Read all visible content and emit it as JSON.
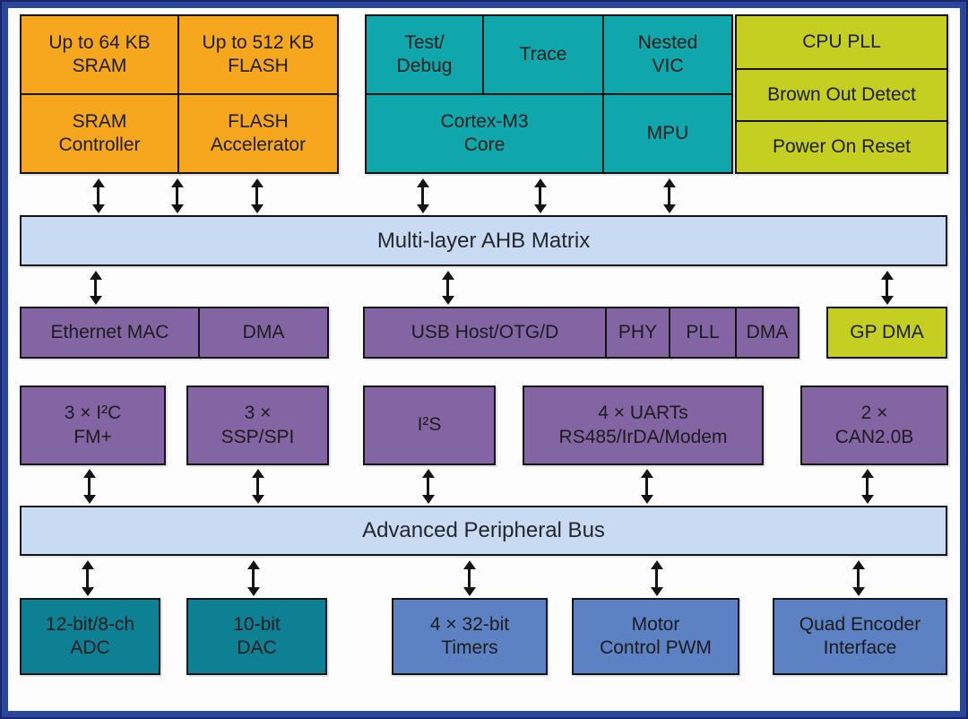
{
  "colors": {
    "orange": "#f6a71e",
    "teal": "#0fa7ab",
    "lime": "#c4cf21",
    "purple": "#8365a4",
    "bus_blue": "#c9dbf2",
    "dark_teal": "#0d8094",
    "steel_blue": "#5c82c4",
    "frame": "#2b459b",
    "frame_dark": "#19276b",
    "ink": "#141414"
  },
  "memory": {
    "sram": "Up to 64 KB\nSRAM",
    "flash": "Up to 512 KB\nFLASH",
    "sram_controller": "SRAM\nController",
    "flash_accelerator": "FLASH\nAccelerator"
  },
  "cpu_subsystem": {
    "test_debug": "Test/\nDebug",
    "trace": "Trace",
    "nested_vic": "Nested\nVIC",
    "cortex_core": "Cortex-M3\nCore",
    "mpu": "MPU"
  },
  "system": {
    "cpu_pll": "CPU PLL",
    "brown_out": "Brown Out Detect",
    "power_on_reset": "Power On Reset"
  },
  "buses": {
    "ahb": "Multi-layer AHB Matrix",
    "apb": "Advanced Peripheral Bus"
  },
  "ahb_peripherals": {
    "ethernet_mac": "Ethernet MAC",
    "ethernet_dma": "DMA",
    "usb": "USB Host/OTG/D",
    "phy": "PHY",
    "pll": "PLL",
    "usb_dma": "DMA",
    "gp_dma": "GP DMA"
  },
  "serial_peripherals": {
    "i2c": "3 × I²C\nFM+",
    "ssp_spi": "3 ×\nSSP/SPI",
    "i2s": "I²S",
    "uarts": "4 × UARTs\nRS485/IrDA/Modem",
    "can": "2 ×\nCAN2.0B"
  },
  "apb_peripherals": {
    "adc": "12-bit/8-ch\nADC",
    "dac": "10-bit\nDAC",
    "timers": "4 × 32-bit\nTimers",
    "motor_pwm": "Motor\nControl PWM",
    "quad_encoder": "Quad Encoder\nInterface"
  }
}
